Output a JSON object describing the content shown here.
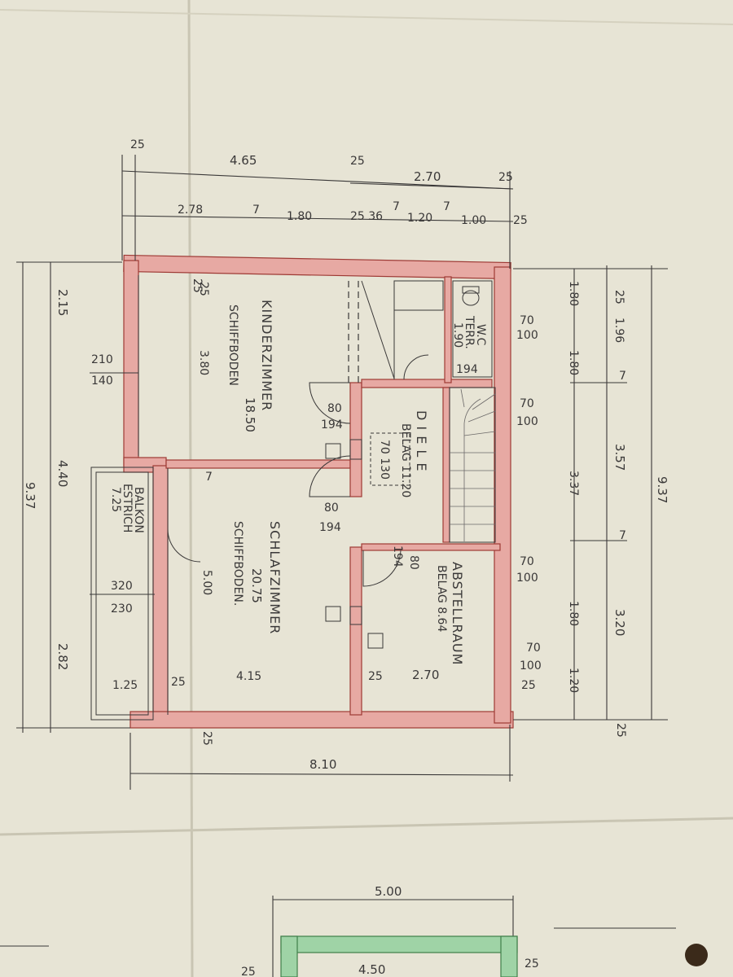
{
  "colors": {
    "paper": "#e7e4d5",
    "wall_fill": "#e7a9a3",
    "wall_line": "#9e3a35",
    "ink": "#3a3838",
    "green_wall": "#9fd3a6"
  },
  "top_dims": {
    "d465": "4.65",
    "d25a": "25",
    "d25b": "25",
    "d25c": "25",
    "d270": "2.70",
    "d25d": "25",
    "d278": "2.78",
    "d7a": "7",
    "d180": "1.80",
    "d2536": "25 36",
    "d7b": "7",
    "d120": "1.20",
    "d7c": "7",
    "d100": "1.00",
    "d25e": "25"
  },
  "left_dims": {
    "d215": "2.15",
    "d210": "210",
    "d140": "140",
    "d440": "4.40",
    "d937": "9.37",
    "d320": "320",
    "d230": "230",
    "d282": "2.82",
    "d125": "1.25",
    "d25f": "25"
  },
  "right_dims": {
    "d70a": "70",
    "d100a": "100",
    "d70b": "70",
    "d100b": "100",
    "d70c": "70",
    "d100c": "100",
    "d70d": "70",
    "d100d": "100",
    "d25g": "25",
    "d180a": "1.80",
    "d180b": "1.80",
    "d337": "3.37",
    "d180c": "1.80",
    "d120": "1.20",
    "d25h": "25",
    "d196": "1.96",
    "d7d": "7",
    "d357": "3.57",
    "d7e": "7",
    "d320r": "3.20",
    "d937r": "9.37",
    "d25i": "25",
    "d25j": "25"
  },
  "rooms": {
    "kinder_title": "KINDERZIMMER",
    "kinder_area": "18.50",
    "kinder_floor": "SCHIFFBODEN",
    "kinder_width": "3.80",
    "kinder_25": "25",
    "schlaf_title": "SCHLAFZIMMER",
    "schlaf_area": "20.75",
    "schlaf_floor": "SCHIFFBODEN.",
    "schlaf_width": "5.00",
    "schlaf_415": "4.15",
    "schlaf_7": "7",
    "diele_title": "D I E L E",
    "diele_area": "BELAG 11.20",
    "diele_box": "70 130",
    "abstell_title": "ABSTELLRAUM",
    "abstell_area": "BELAG 8.64",
    "abstell_25": "25",
    "abstell_270": "2.70",
    "wc_title": "W.C",
    "wc_sub": "TERR.",
    "wc_area": "1.90",
    "balkon_title": "BALKON",
    "balkon_floor": "ESTRICH",
    "balkon_area": "7.25"
  },
  "doors": {
    "door1_w": "80",
    "door1_h": "194",
    "door2_w": "80",
    "door2_h": "194",
    "door3_w": "80",
    "door3_h": "194",
    "door4_h": "194"
  },
  "bottom_dims": {
    "d810": "8.10",
    "d500": "5.00",
    "d450": "4.50",
    "d25k": "25",
    "d25l": "25",
    "d25m": "25"
  }
}
